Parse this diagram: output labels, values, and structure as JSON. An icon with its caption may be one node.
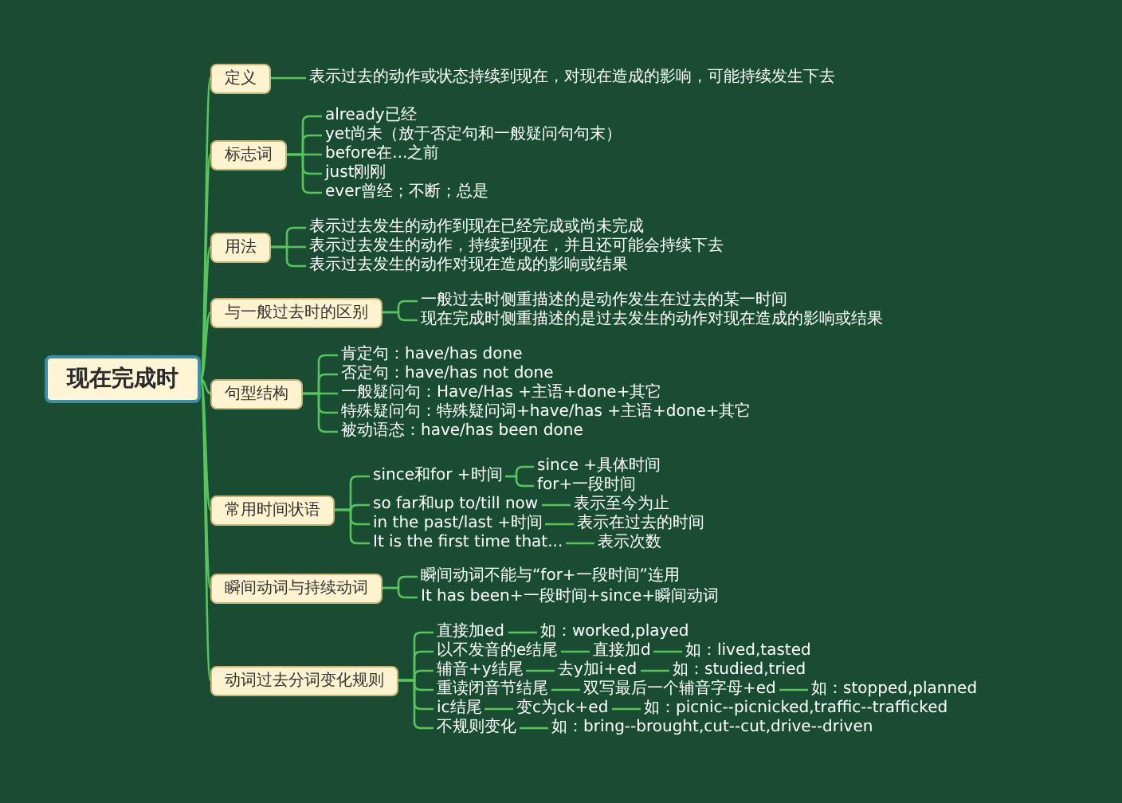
{
  "diagram": {
    "nodes": [
      {
        "text": [
          "现在完成时"
        ]
      },
      {
        "text": [
          "定义"
        ]
      },
      {
        "text": [
          "表示过去的动作或状态持续到现在，对现在造成的影响，可能持续发生下去"
        ]
      },
      {
        "text": [
          "标志词"
        ]
      },
      {
        "text": [
          "already已经"
        ]
      },
      {
        "text": [
          "yet尚未（放于否定句和一般疑问句句末）"
        ]
      },
      {
        "text": [
          "before在...之前"
        ]
      },
      {
        "text": [
          "just刚刚"
        ]
      },
      {
        "text": [
          "ever曾经；不断；总是"
        ]
      },
      {
        "text": [
          "用法"
        ]
      },
      {
        "text": [
          "表示过去发生的动作到现在已经完成或尚未完成"
        ]
      },
      {
        "text": [
          "表示过去发生的动作，持续到现在，并且还可能会持续下去"
        ]
      },
      {
        "text": [
          "表示过去发生的动作对现在造成的影响或结果"
        ]
      },
      {
        "text": [
          "与一般过去时的区别"
        ]
      },
      {
        "text": [
          "一般过去时侧重描述的是动作发生在过去的某一时间"
        ]
      },
      {
        "text": [
          "现在完成时侧重描述的是过去发生的动作对现在造成的影响或结果"
        ]
      },
      {
        "text": [
          "句型结构"
        ]
      },
      {
        "text": [
          "肯定句：have/has done"
        ]
      },
      {
        "text": [
          "否定句：have/has not done"
        ]
      },
      {
        "text": [
          "一般疑问句：Have/Has +主语+done+其它"
        ]
      },
      {
        "text": [
          "特殊疑问句：特殊疑问词+have/has +主语+done+其它"
        ]
      },
      {
        "text": [
          "被动语态：have/has been done"
        ]
      },
      {
        "text": [
          "常用时间状语"
        ]
      },
      {
        "text": [
          "since和for +时间"
        ]
      },
      {
        "text": [
          "since +具体时间"
        ]
      },
      {
        "text": [
          "for+一段时间"
        ]
      },
      {
        "text": [
          "so far和up to/till now"
        ]
      },
      {
        "text": [
          "表示至今为止"
        ]
      },
      {
        "text": [
          "in the past/last +时间"
        ]
      },
      {
        "text": [
          "表示在过去的时间"
        ]
      },
      {
        "text": [
          "It is the first time that..."
        ]
      },
      {
        "text": [
          "表示次数"
        ]
      },
      {
        "text": [
          "瞬间动词与持续动词"
        ]
      },
      {
        "text": [
          "瞬间动词不能与“for+一段时间”连用"
        ]
      },
      {
        "text": [
          "It has been+一段时间+since+瞬间动词"
        ]
      },
      {
        "text": [
          "动词过去分词变化规则"
        ]
      },
      {
        "text": [
          "直接加ed"
        ]
      },
      {
        "text": [
          "如：worked,played"
        ]
      },
      {
        "text": [
          "以不发音的e结尾"
        ]
      },
      {
        "text": [
          "直接加d"
        ]
      },
      {
        "text": [
          "如：lived,tasted"
        ]
      },
      {
        "text": [
          "辅音+y结尾"
        ]
      },
      {
        "text": [
          "去y加i+ed"
        ]
      },
      {
        "text": [
          "如：studied,tried"
        ]
      },
      {
        "text": [
          "重读闭音节结尾"
        ]
      },
      {
        "text": [
          "双写最后一个辅音字母+ed"
        ]
      },
      {
        "text": [
          "如：stopped,planned"
        ]
      },
      {
        "text": [
          "ic结尾"
        ]
      },
      {
        "text": [
          "变c为ck+ed"
        ]
      },
      {
        "text": [
          "如：picnic--picnicked,traffic--trafficked"
        ]
      },
      {
        "text": [
          "不规则变化"
        ]
      },
      {
        "text": [
          "如：bring--brought,cut--cut,drive--driven"
        ]
      }
    ],
    "edges": [
      {
        "from": 0,
        "to": 1,
        "arrow": "none"
      },
      {
        "from": 1,
        "to": 2,
        "arrow": "none"
      },
      {
        "from": 0,
        "to": 3,
        "arrow": "none"
      },
      {
        "from": 3,
        "to": 4,
        "arrow": "none"
      },
      {
        "from": 3,
        "to": 5,
        "arrow": "none"
      },
      {
        "from": 3,
        "to": 6,
        "arrow": "none"
      },
      {
        "from": 3,
        "to": 7,
        "arrow": "none"
      },
      {
        "from": 3,
        "to": 8,
        "arrow": "none"
      },
      {
        "from": 0,
        "to": 9,
        "arrow": "none"
      },
      {
        "from": 9,
        "to": 10,
        "arrow": "none"
      },
      {
        "from": 9,
        "to": 11,
        "arrow": "none"
      },
      {
        "from": 9,
        "to": 12,
        "arrow": "none"
      },
      {
        "from": 0,
        "to": 13,
        "arrow": "none"
      },
      {
        "from": 13,
        "to": 14,
        "arrow": "none"
      },
      {
        "from": 13,
        "to": 15,
        "arrow": "none"
      },
      {
        "from": 0,
        "to": 16,
        "arrow": "none"
      },
      {
        "from": 16,
        "to": 17,
        "arrow": "none"
      },
      {
        "from": 16,
        "to": 18,
        "arrow": "none"
      },
      {
        "from": 16,
        "to": 19,
        "arrow": "none"
      },
      {
        "from": 16,
        "to": 20,
        "arrow": "none"
      },
      {
        "from": 16,
        "to": 21,
        "arrow": "none"
      },
      {
        "from": 0,
        "to": 22,
        "arrow": "none"
      },
      {
        "from": 22,
        "to": 23,
        "arrow": "none"
      },
      {
        "from": 23,
        "to": 24,
        "arrow": "none"
      },
      {
        "from": 23,
        "to": 25,
        "arrow": "none"
      },
      {
        "from": 22,
        "to": 26,
        "arrow": "none"
      },
      {
        "from": 26,
        "to": 27,
        "arrow": "none"
      },
      {
        "from": 22,
        "to": 28,
        "arrow": "none"
      },
      {
        "from": 28,
        "to": 29,
        "arrow": "none"
      },
      {
        "from": 22,
        "to": 30,
        "arrow": "none"
      },
      {
        "from": 30,
        "to": 31,
        "arrow": "none"
      },
      {
        "from": 0,
        "to": 32,
        "arrow": "none"
      },
      {
        "from": 32,
        "to": 33,
        "arrow": "none"
      },
      {
        "from": 32,
        "to": 34,
        "arrow": "none"
      },
      {
        "from": 0,
        "to": 35,
        "arrow": "none"
      },
      {
        "from": 35,
        "to": 36,
        "arrow": "none"
      },
      {
        "from": 36,
        "to": 37,
        "arrow": "none"
      },
      {
        "from": 35,
        "to": 38,
        "arrow": "none"
      },
      {
        "from": 38,
        "to": 39,
        "arrow": "none"
      },
      {
        "from": 39,
        "to": 40,
        "arrow": "none"
      },
      {
        "from": 35,
        "to": 41,
        "arrow": "none"
      },
      {
        "from": 41,
        "to": 42,
        "arrow": "none"
      },
      {
        "from": 42,
        "to": 43,
        "arrow": "none"
      },
      {
        "from": 35,
        "to": 44,
        "arrow": "none"
      },
      {
        "from": 44,
        "to": 45,
        "arrow": "none"
      },
      {
        "from": 45,
        "to": 46,
        "arrow": "none"
      },
      {
        "from": 35,
        "to": 47,
        "arrow": "none"
      },
      {
        "from": 47,
        "to": 48,
        "arrow": "none"
      },
      {
        "from": 48,
        "to": 49,
        "arrow": "none"
      },
      {
        "from": 35,
        "to": 50,
        "arrow": "none"
      },
      {
        "from": 50,
        "to": 51,
        "arrow": "none"
      }
    ]
  }
}
